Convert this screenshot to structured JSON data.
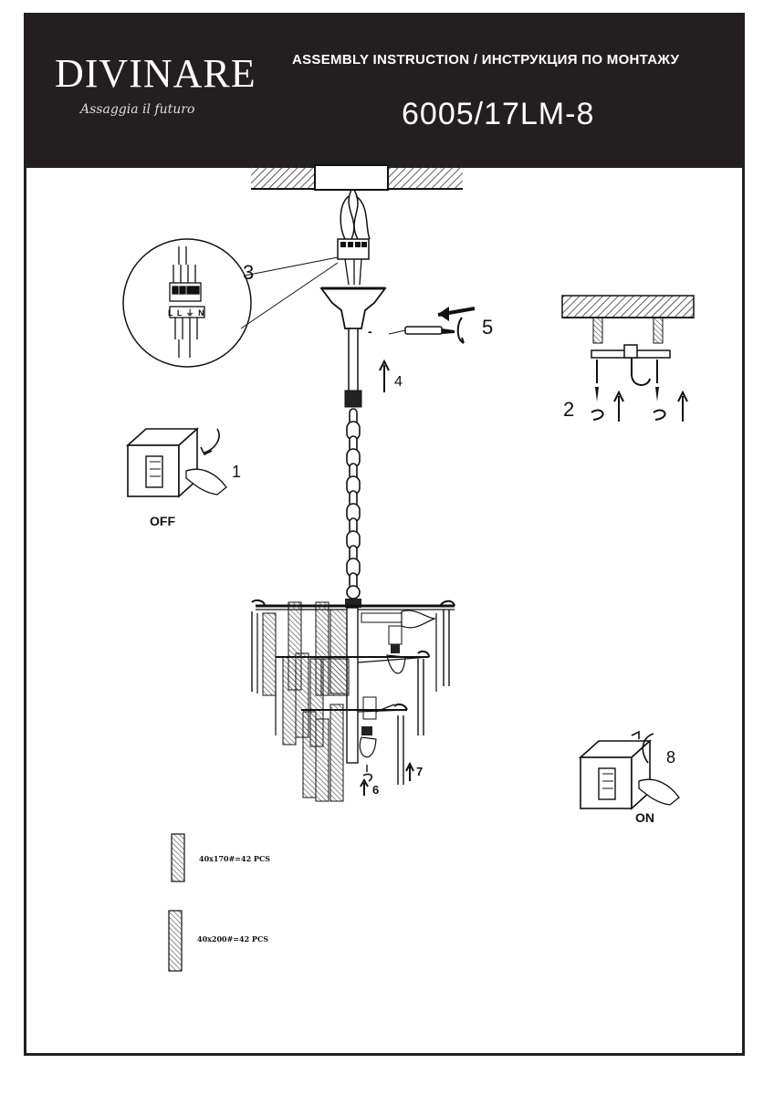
{
  "header": {
    "brand": "DIVINARE",
    "tagline": "Assaggia il futuro",
    "title": "ASSEMBLY INSTRUCTION / ИНСТРУКЦИЯ ПО МОНТАЖУ",
    "model": "6005/17LM-8"
  },
  "steps": {
    "s1": "1",
    "s2": "2",
    "s3": "3",
    "s4": "4",
    "s5": "5",
    "s6": "6",
    "s7": "7",
    "s8": "8"
  },
  "switch_off_label": "OFF",
  "switch_on_label": "ON",
  "terminal_label": "L L ⏚ N",
  "wire_minus": "-",
  "parts": [
    {
      "spec": "40x170#=42 PCS"
    },
    {
      "spec": "40x200#=42 PCS"
    }
  ]
}
